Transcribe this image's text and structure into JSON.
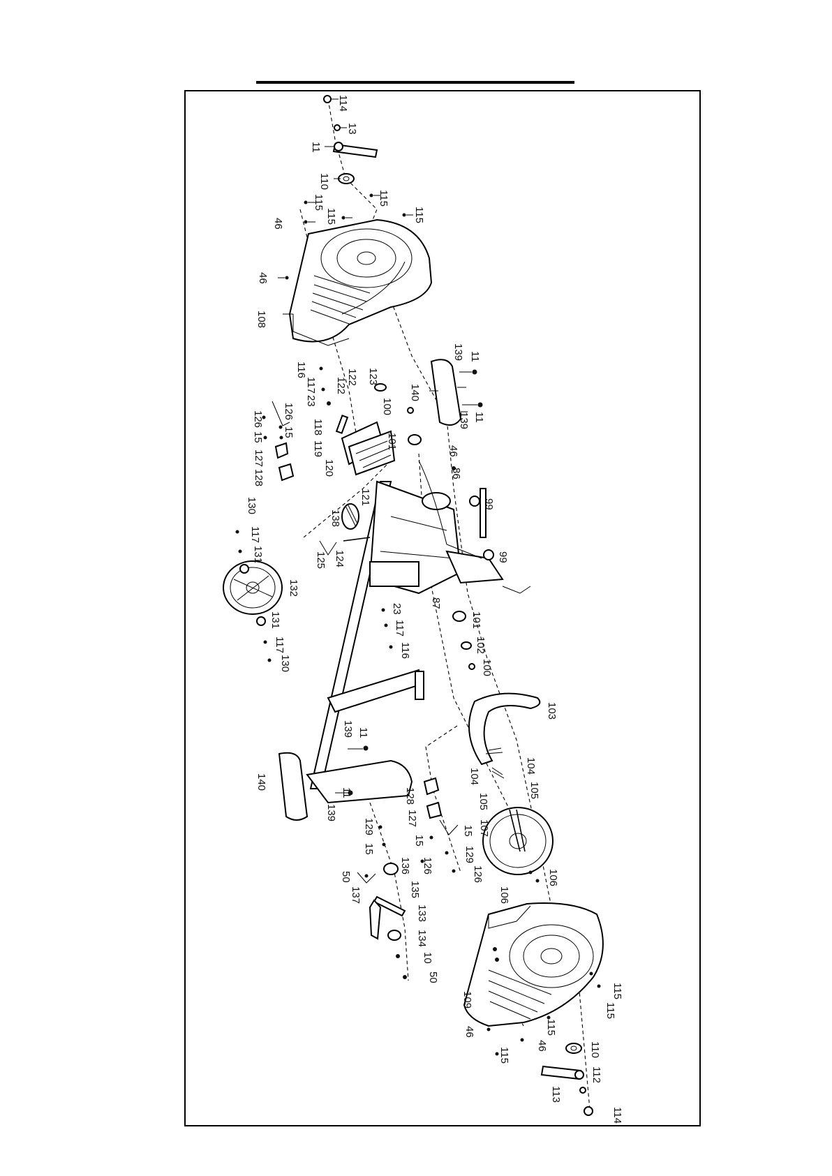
{
  "parts": [
    {
      "id": "p114a",
      "label": "114"
    },
    {
      "id": "p113a",
      "label": "13"
    },
    {
      "id": "p11a",
      "label": "11"
    },
    {
      "id": "p110a",
      "label": "110"
    },
    {
      "id": "p115a",
      "label": "115"
    },
    {
      "id": "p115b",
      "label": "115"
    },
    {
      "id": "p115c",
      "label": "115"
    },
    {
      "id": "p115d",
      "label": "115"
    },
    {
      "id": "p46a",
      "label": "46"
    },
    {
      "id": "p46b",
      "label": "46"
    },
    {
      "id": "p108",
      "label": "108"
    },
    {
      "id": "p139a",
      "label": "139"
    },
    {
      "id": "p11b",
      "label": "11"
    },
    {
      "id": "p140a",
      "label": "140"
    },
    {
      "id": "p139b",
      "label": "139"
    },
    {
      "id": "p11c",
      "label": "11"
    },
    {
      "id": "p116a",
      "label": "116"
    },
    {
      "id": "p117a",
      "label": "117"
    },
    {
      "id": "p23a",
      "label": "23"
    },
    {
      "id": "p122a",
      "label": "122"
    },
    {
      "id": "p122b",
      "label": "122"
    },
    {
      "id": "p123",
      "label": "123"
    },
    {
      "id": "p100a",
      "label": "100"
    },
    {
      "id": "p126a",
      "label": "126"
    },
    {
      "id": "p126b",
      "label": "126"
    },
    {
      "id": "p15a",
      "label": "15"
    },
    {
      "id": "p15b",
      "label": "15"
    },
    {
      "id": "p118",
      "label": "118"
    },
    {
      "id": "p119",
      "label": "119"
    },
    {
      "id": "p101a",
      "label": "101"
    },
    {
      "id": "p46c",
      "label": "46"
    },
    {
      "id": "p127a",
      "label": "127"
    },
    {
      "id": "p128a",
      "label": "128"
    },
    {
      "id": "p120",
      "label": "120"
    },
    {
      "id": "p86",
      "label": "86"
    },
    {
      "id": "p121",
      "label": "121"
    },
    {
      "id": "p99a",
      "label": "99"
    },
    {
      "id": "p130a",
      "label": "130"
    },
    {
      "id": "p138",
      "label": "138"
    },
    {
      "id": "p117b",
      "label": "117"
    },
    {
      "id": "p131a",
      "label": "131"
    },
    {
      "id": "p125",
      "label": "125"
    },
    {
      "id": "p124",
      "label": "124"
    },
    {
      "id": "p99b",
      "label": "99"
    },
    {
      "id": "p132",
      "label": "132"
    },
    {
      "id": "p87",
      "label": "87"
    },
    {
      "id": "p23b",
      "label": "23"
    },
    {
      "id": "p117c",
      "label": "117"
    },
    {
      "id": "p116b",
      "label": "116"
    },
    {
      "id": "p101b",
      "label": "101"
    },
    {
      "id": "p131b",
      "label": "131"
    },
    {
      "id": "p117d",
      "label": "117"
    },
    {
      "id": "p130b",
      "label": "130"
    },
    {
      "id": "p102",
      "label": "102"
    },
    {
      "id": "p100b",
      "label": "100"
    },
    {
      "id": "p103",
      "label": "103"
    },
    {
      "id": "p139c",
      "label": "139"
    },
    {
      "id": "p11d",
      "label": "11"
    },
    {
      "id": "p104a",
      "label": "104"
    },
    {
      "id": "p104b",
      "label": "104"
    },
    {
      "id": "p105a",
      "label": "105"
    },
    {
      "id": "p105b",
      "label": "105"
    },
    {
      "id": "p140b",
      "label": "140"
    },
    {
      "id": "p11e",
      "label": "11"
    },
    {
      "id": "p139d",
      "label": "139"
    },
    {
      "id": "p128b",
      "label": "128"
    },
    {
      "id": "p127b",
      "label": "127"
    },
    {
      "id": "p107",
      "label": "107"
    },
    {
      "id": "p129a",
      "label": "129"
    },
    {
      "id": "p15c",
      "label": "15"
    },
    {
      "id": "p15d",
      "label": "15"
    },
    {
      "id": "p15e",
      "label": "15"
    },
    {
      "id": "p129b",
      "label": "129"
    },
    {
      "id": "p126c",
      "label": "126"
    },
    {
      "id": "p126d",
      "label": "126"
    },
    {
      "id": "p136",
      "label": "136"
    },
    {
      "id": "p106a",
      "label": "106"
    },
    {
      "id": "p106b",
      "label": "106"
    },
    {
      "id": "p50a",
      "label": "50"
    },
    {
      "id": "p137",
      "label": "137"
    },
    {
      "id": "p135",
      "label": "135"
    },
    {
      "id": "p133",
      "label": "133"
    },
    {
      "id": "p134",
      "label": "134"
    },
    {
      "id": "p10",
      "label": "10"
    },
    {
      "id": "p50b",
      "label": "50"
    },
    {
      "id": "p109",
      "label": "109"
    },
    {
      "id": "p115e",
      "label": "115"
    },
    {
      "id": "p115f",
      "label": "115"
    },
    {
      "id": "p115g",
      "label": "115"
    },
    {
      "id": "p46d",
      "label": "46"
    },
    {
      "id": "p46e",
      "label": "46"
    },
    {
      "id": "p115h",
      "label": "115"
    },
    {
      "id": "p110b",
      "label": "110"
    },
    {
      "id": "p112",
      "label": "112"
    },
    {
      "id": "p113b",
      "label": "113"
    },
    {
      "id": "p114b",
      "label": "114"
    }
  ]
}
